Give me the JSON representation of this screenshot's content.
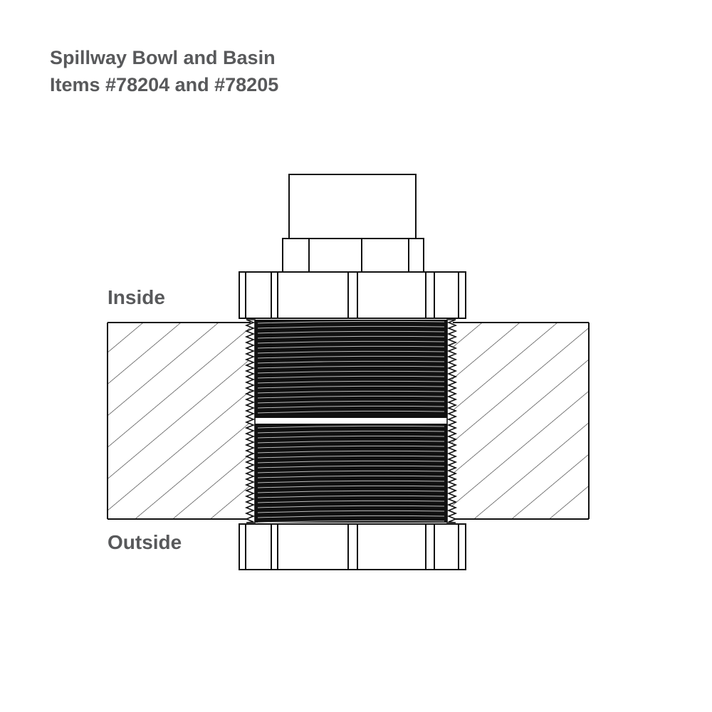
{
  "title": {
    "line1": "Spillway Bowl and Basin",
    "line2": "Items #78204 and #78205"
  },
  "labels": {
    "inside": "Inside",
    "outside": "Outside"
  },
  "colors": {
    "text": "#58595b",
    "line": "#1a1a1a",
    "thread_fill": "#111111"
  }
}
